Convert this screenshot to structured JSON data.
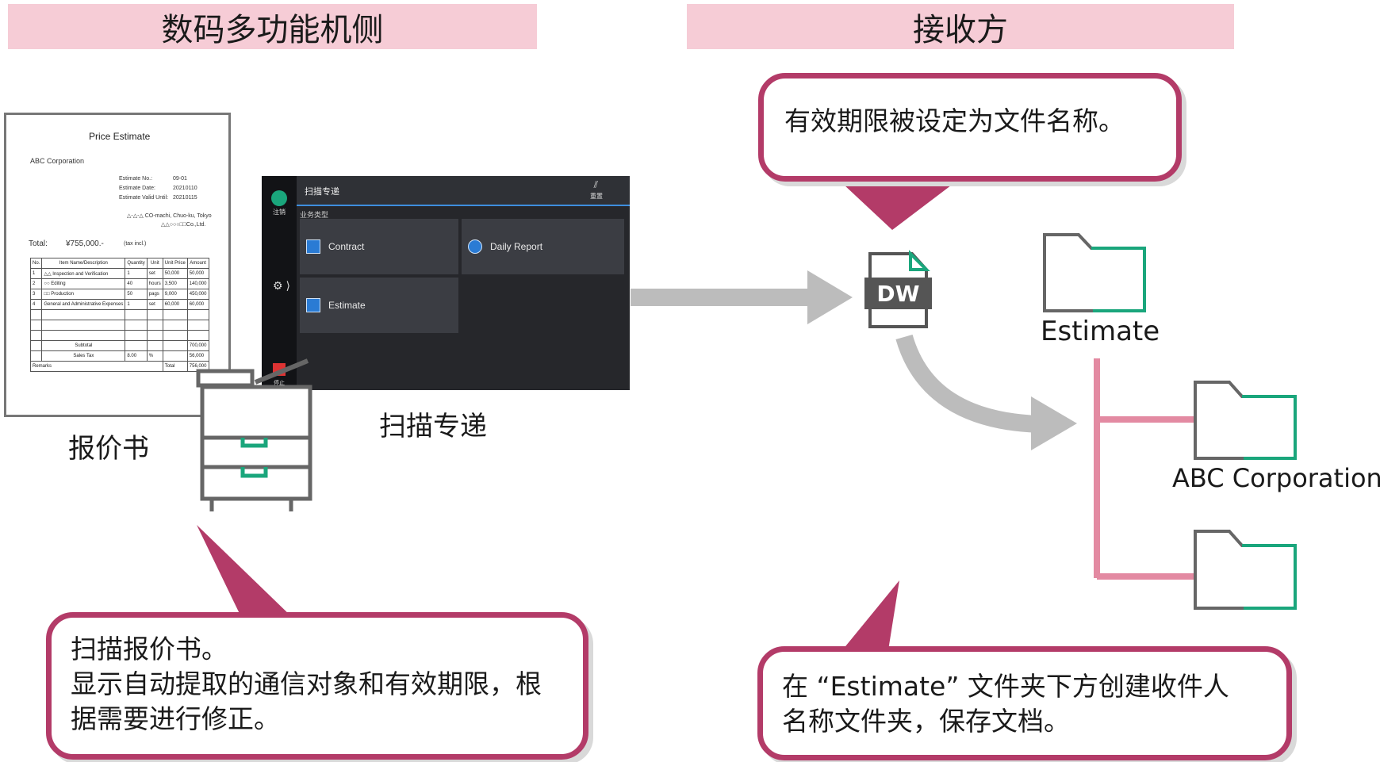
{
  "headers": {
    "left": "数码多功能机侧",
    "right": "接收方"
  },
  "document": {
    "title": "Price Estimate",
    "company": "ABC Corporation",
    "fields": [
      {
        "label": "Estimate No.:",
        "value": "09-01"
      },
      {
        "label": "Estimate Date:",
        "value": "20210110"
      },
      {
        "label": "Estimate Valid Until:",
        "value": "20210115"
      }
    ],
    "address_line1": "△-△-△ CO-machi, Chuo-ku, Tokyo",
    "address_line2": "△△○○○□□Co.,Ltd.",
    "total_label": "Total:",
    "total_value": "¥755,000.-",
    "tax_note": "(tax incl.)",
    "table_headers": [
      "No.",
      "Item Name/Description",
      "Quantity",
      "Unit",
      "Unit Price",
      "Amount"
    ],
    "rows": [
      [
        "1",
        "△△ Inspection and Verification",
        "1",
        "set",
        "50,000",
        "50,000"
      ],
      [
        "2",
        "○○ Editing",
        "40",
        "hours",
        "3,500",
        "140,000"
      ],
      [
        "3",
        "□□ Production",
        "50",
        "pags",
        "9,000",
        "450,000"
      ],
      [
        "4",
        "General and Administrative Expenses",
        "1",
        "set",
        "60,000",
        "60,000"
      ]
    ],
    "subtotal_label": "Subtotal",
    "subtotal_value": "700,000",
    "salestax_label": "Sales Tax",
    "salestax_rate": "8.00",
    "salestax_unit": "%",
    "salestax_value": "56,000",
    "remarks_label": "Remarks",
    "grand_total_label": "Total",
    "grand_total_value": "756,000"
  },
  "quote_label": "报价书",
  "panel": {
    "title": "扫描专递",
    "reset_label": "重置",
    "logout_label": "注销",
    "category_label": "业务类型",
    "stop_label": "停止",
    "tiles": [
      "Contract",
      "Daily Report",
      "Estimate"
    ]
  },
  "scan_label": "扫描专递",
  "file_badge": "DW",
  "folders": {
    "root": "Estimate",
    "child": "ABC Corporation"
  },
  "callouts": {
    "top_right": "有效期限被设定为文件名称。",
    "bottom_left": "扫描报价书。\n显示自动提取的通信对象和有效期限，根\n据需要进行修正。",
    "bottom_right": "在 “Estimate” 文件夹下方创建收件人\n名称文件夹，保存文档。"
  },
  "colors": {
    "header_bg": "#f6ccd6",
    "callout_border": "#b33b68",
    "tree_line": "#e38aa2",
    "folder_accent": "#1aa67c",
    "arrow": "#bcbcbc"
  }
}
